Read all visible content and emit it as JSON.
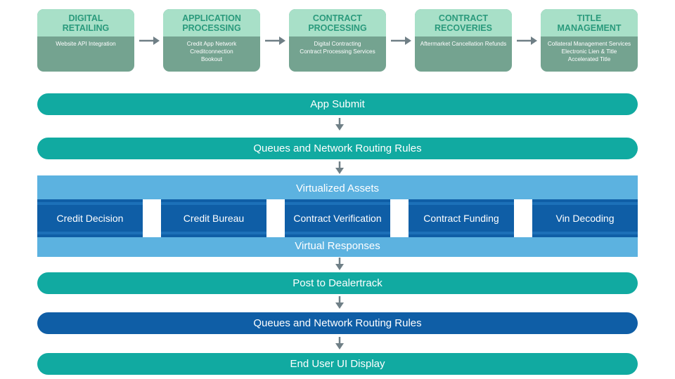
{
  "stages": [
    {
      "title": "DIGITAL\nRETAILING",
      "items": [
        "Website API Integration"
      ]
    },
    {
      "title": "APPLICATION\nPROCESSING",
      "items": [
        "Credit App Network",
        "Creditconnection",
        "Bookout"
      ]
    },
    {
      "title": "CONTRACT\nPROCESSING",
      "items": [
        "Digital Contracting",
        "Contract Processing Services"
      ]
    },
    {
      "title": "CONTRACT\nRECOVERIES",
      "items": [
        "Aftermarket Cancellation Refunds"
      ]
    },
    {
      "title": "TITLE\nMANAGEMENT",
      "items": [
        "Collateral Management Services",
        "Electronic Lien & Title",
        "Accelerated Title"
      ]
    }
  ],
  "flow": {
    "app_submit": "App Submit",
    "queues_1": "Queues and Network Routing Rules",
    "virtualized_assets": "Virtualized Assets",
    "assets": [
      "Credit Decision",
      "Credit Bureau",
      "Contract Verification",
      "Contract Funding",
      "Vin Decoding"
    ],
    "virtual_responses": "Virtual Responses",
    "post_to_dealertrack": "Post to Dealertrack",
    "queues_2": "Queues and Network Routing Rules",
    "end_user_ui": "End User UI Display"
  },
  "colors": {
    "stage_header_bg": "#a8e0c8",
    "stage_header_text": "#2a9a7c",
    "stage_body_bg": "#74a390",
    "pill_teal": "#11aaa1",
    "pill_dark_blue": "#0f5ea6",
    "virtual_bg": "#5cb2e0",
    "asset_bg": "#0f5ea6",
    "arrow": "#6f7f86"
  }
}
